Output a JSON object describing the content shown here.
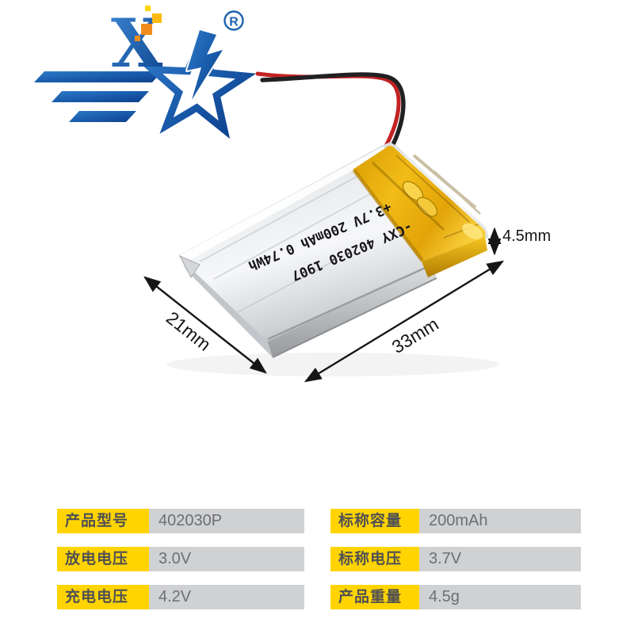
{
  "logo": {
    "letter": "X",
    "registered": "R"
  },
  "battery": {
    "print_line1": "-CXY 402030 1907",
    "print_line2": "+3.7V 200mAh 0.74Wh"
  },
  "dimensions": {
    "width_label": "21mm",
    "length_label": "33mm",
    "thickness_label": "4.5mm"
  },
  "specs": {
    "left": [
      {
        "label": "产品型号",
        "value": "402030P"
      },
      {
        "label": "放电电压",
        "value": "3.0V"
      },
      {
        "label": "充电电压",
        "value": "4.2V"
      }
    ],
    "right": [
      {
        "label": "标称容量",
        "value": "200mAh"
      },
      {
        "label": "标称电压",
        "value": "3.7V"
      },
      {
        "label": "产品重量",
        "value": "4.5g"
      }
    ]
  },
  "colors": {
    "label_bg": "#ffd400",
    "value_bg": "#d0d1d3",
    "label_text": "#4f5054",
    "value_text": "#6e6f72",
    "logo_blue": "#1a5cac",
    "tape_gold": "#e8a50f",
    "wire_red": "#c32222",
    "wire_black": "#212124"
  }
}
